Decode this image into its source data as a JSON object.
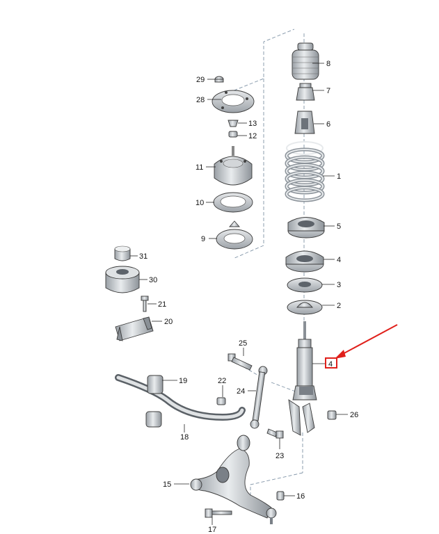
{
  "diagram": {
    "highlight_color": "#e0201b",
    "labels": {
      "l1": "1",
      "l2": "2",
      "l3": "3",
      "l4": "4",
      "l4_highlight": "4",
      "l5": "5",
      "l6": "6",
      "l7": "7",
      "l8": "8",
      "l9": "9",
      "l10": "10",
      "l11": "11",
      "l12": "12",
      "l13": "13",
      "l15": "15",
      "l16": "16",
      "l17": "17",
      "l18": "18",
      "l19": "19",
      "l20": "20",
      "l21": "21",
      "l22": "22",
      "l23": "23",
      "l24": "24",
      "l25": "25",
      "l26": "26",
      "l28": "28",
      "l29": "29",
      "l30": "30",
      "l31": "31"
    }
  }
}
